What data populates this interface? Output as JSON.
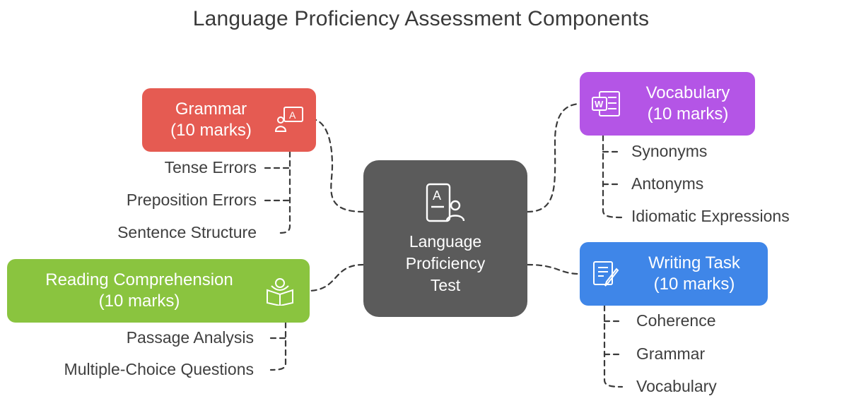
{
  "title": "Language Proficiency Assessment Components",
  "center": {
    "line1": "Language",
    "line2": "Proficiency",
    "line3": "Test",
    "icon": "exam-person-icon"
  },
  "grammar": {
    "line1": "Grammar",
    "line2": "(10 marks)",
    "icon": "teacher-board-icon",
    "color": "#e55b52",
    "items": [
      "Tense Errors",
      "Preposition Errors",
      "Sentence Structure"
    ]
  },
  "vocabulary": {
    "line1": "Vocabulary",
    "line2": "(10 marks)",
    "icon": "word-document-icon",
    "color": "#b455e6",
    "items": [
      "Synonyms",
      "Antonyms",
      "Idiomatic Expressions"
    ]
  },
  "reading": {
    "line1": "Reading Comprehension",
    "line2": "(10 marks)",
    "icon": "open-book-reader-icon",
    "color": "#8ac43f",
    "items": [
      "Passage Analysis",
      "Multiple-Choice Questions"
    ]
  },
  "writing": {
    "line1": "Writing Task",
    "line2": "(10 marks)",
    "icon": "pen-paper-icon",
    "color": "#3f86e8",
    "items": [
      "Coherence",
      "Grammar",
      "Vocabulary"
    ]
  }
}
